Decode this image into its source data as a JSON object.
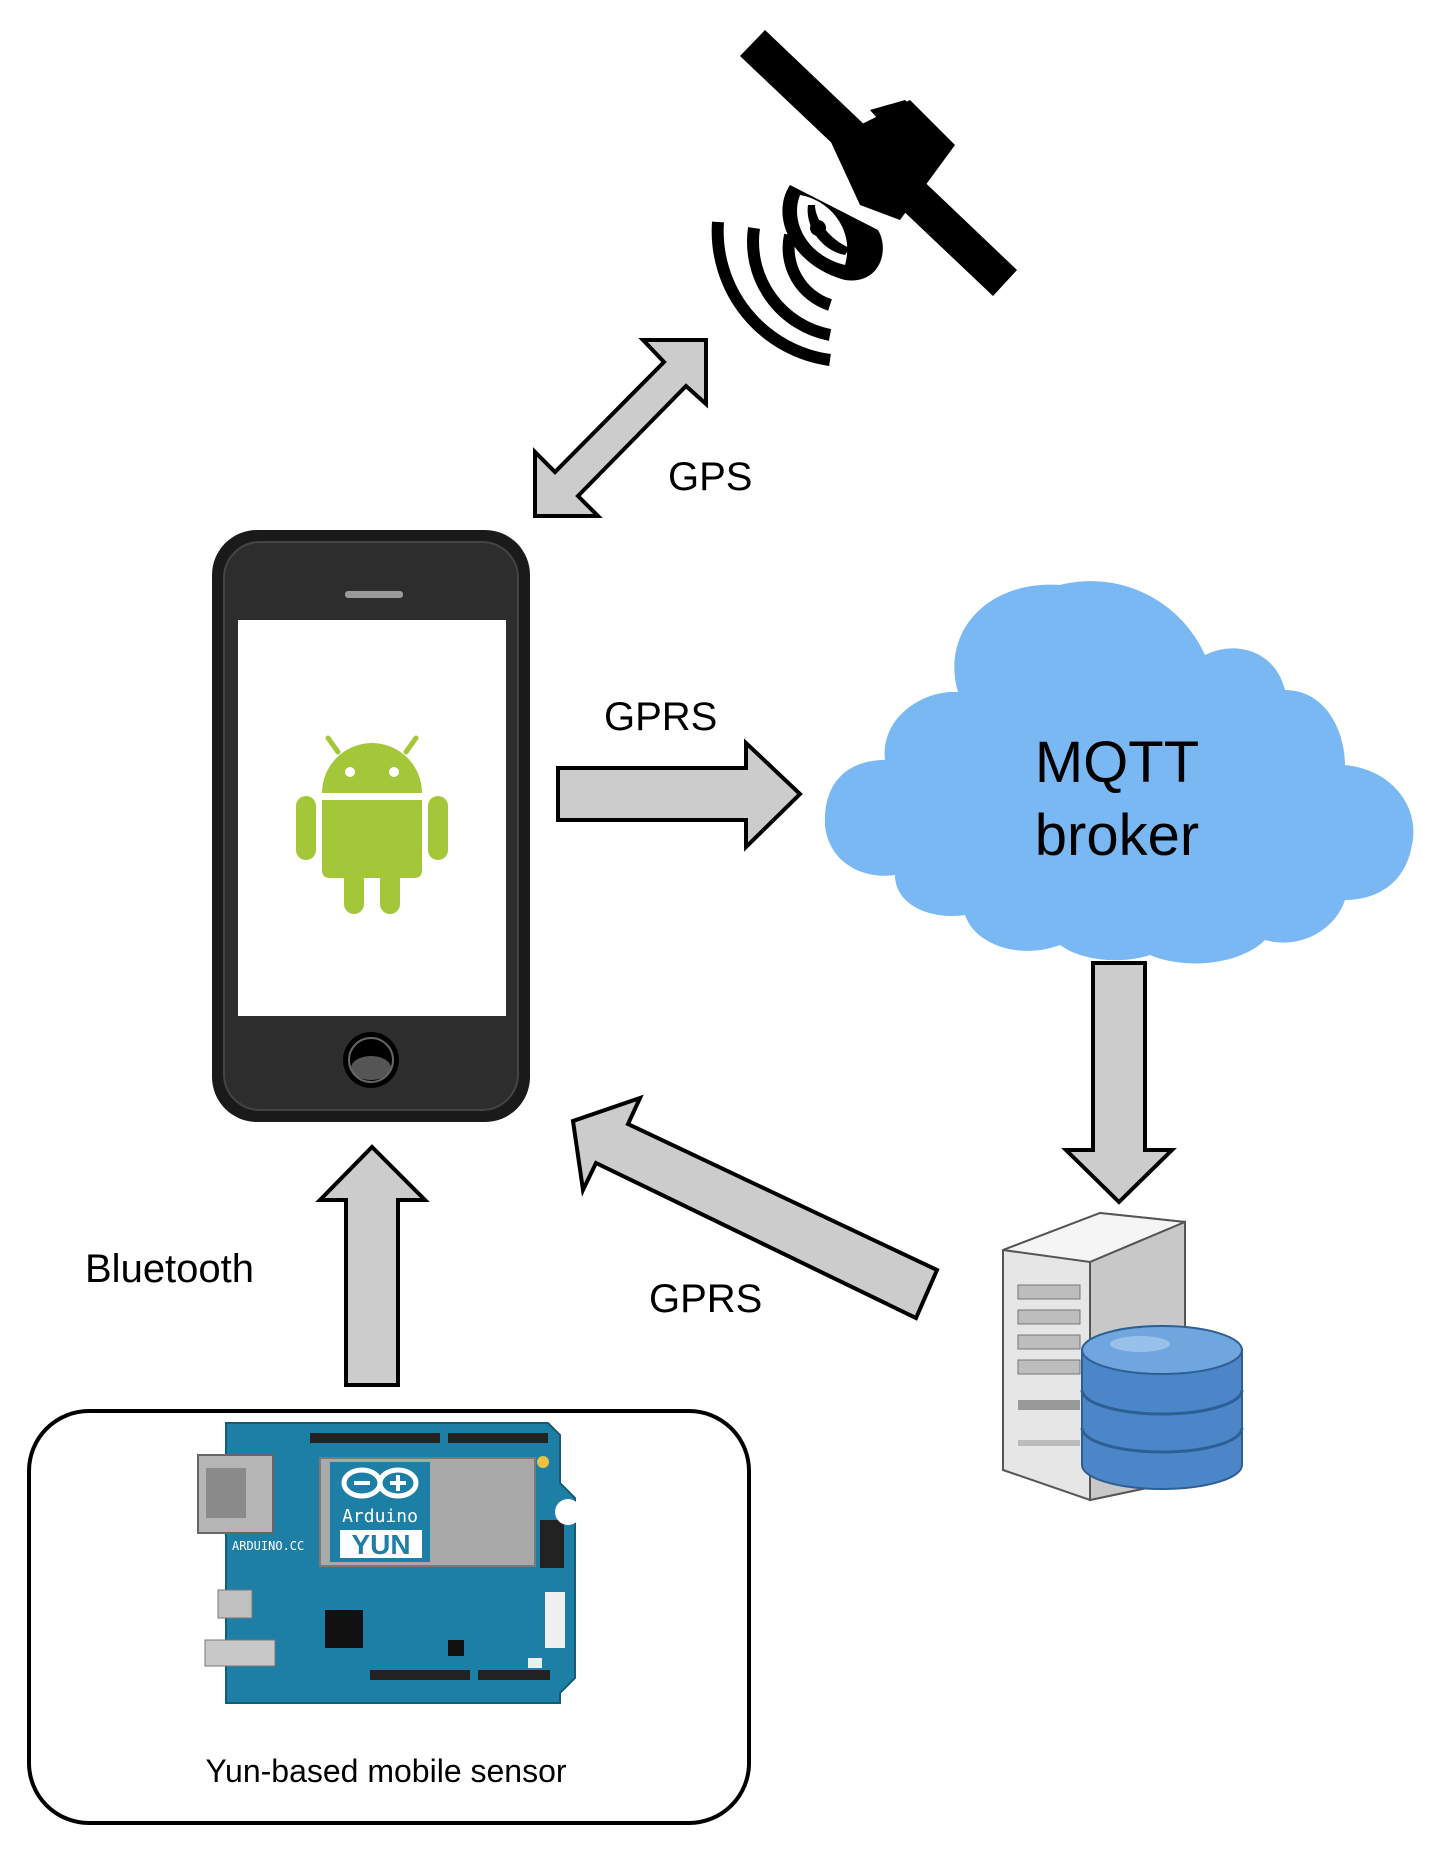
{
  "labels": {
    "gps": "GPS",
    "gprs_to_broker": "GPRS",
    "gprs_from_server": "GPRS",
    "bluetooth": "Bluetooth",
    "sensor_caption": "Yun-based mobile sensor"
  },
  "cloud": {
    "line1": "MQTT",
    "line2": "broker"
  },
  "board": {
    "brand": "Arduino",
    "model": "YUN",
    "site": "ARDUINO.CC"
  },
  "colors": {
    "arrow_fill": "#cccccc",
    "cloud_fill": "#7ab8f3",
    "android_green": "#a4c639",
    "board_blue": "#1e7fa6",
    "db_blue": "#4a86c8"
  },
  "icons": [
    "satellite-icon",
    "smartphone-icon",
    "android-icon",
    "cloud-icon",
    "server-icon",
    "database-icon",
    "arduino-board-icon"
  ]
}
